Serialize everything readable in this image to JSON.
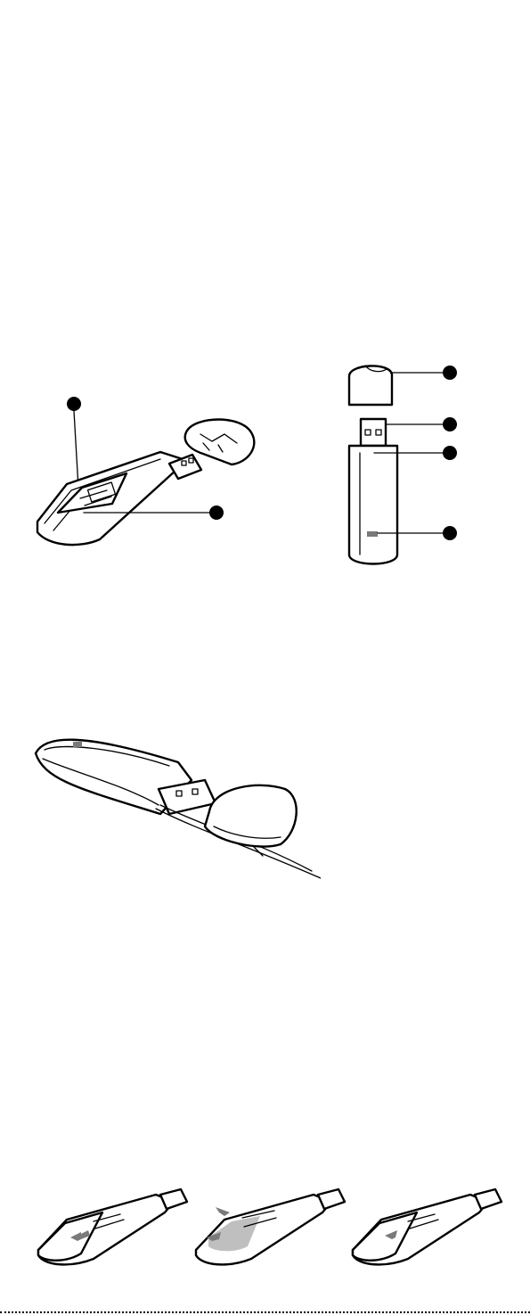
{
  "figures": {
    "modem_open": {
      "callouts": 2
    },
    "modem_front": {
      "callouts": 4
    },
    "modem_strap": {
      "callouts": 0
    },
    "sim_steps": {
      "steps": 3,
      "arrows": [
        "left",
        "right",
        "right"
      ]
    }
  },
  "colors": {
    "ink": "#000000",
    "paper": "#ffffff",
    "shade": "#bfbfbf"
  }
}
